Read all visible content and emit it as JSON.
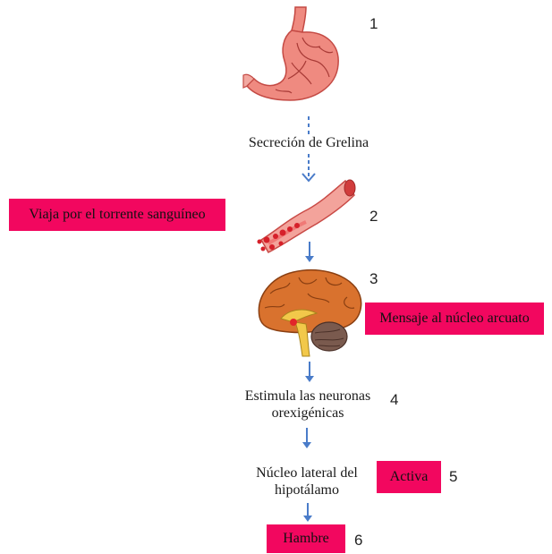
{
  "steps": [
    {
      "number": "1",
      "illustration": "stomach-icon",
      "caption": "Secreción de Grelina"
    },
    {
      "number": "2",
      "illustration": "blood-vessel-icon",
      "label": "Viaja por el torrente sanguíneo"
    },
    {
      "number": "3",
      "illustration": "brain-icon",
      "label": "Mensaje al núcleo arcuato"
    },
    {
      "number": "4",
      "caption_line1": "Estimula las neuronas",
      "caption_line2": "orexigénicas"
    },
    {
      "number": "5",
      "caption_line1": "Núcleo lateral del",
      "caption_line2": "hipotálamo",
      "label": "Activa"
    },
    {
      "number": "6",
      "label": "Hambre"
    }
  ],
  "colors": {
    "label_box": "#f2075f",
    "arrow": "#4a7cc9",
    "stomach": "#ef8a80",
    "vessel": "#e35a5a",
    "brain": "#d9722e"
  }
}
